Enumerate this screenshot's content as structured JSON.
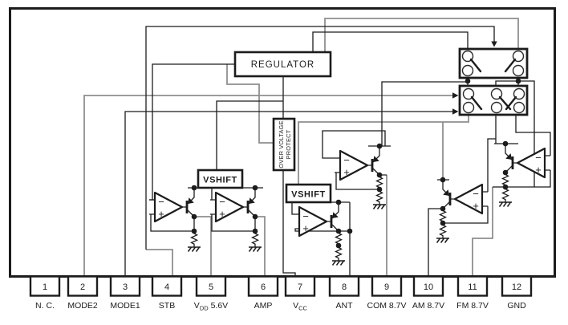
{
  "colors": {
    "dark": "#1c1c1c",
    "gray": "#8f8f8f",
    "background": "#ffffff"
  },
  "blocks": {
    "regulator": "REGULATOR",
    "over_voltage_protect": {
      "line1": "OVER VOLTAGE",
      "line2": "PROTECT"
    },
    "vshift_left": "VSHIFT",
    "vshift_right": "VSHIFT"
  },
  "amp_symbols": {
    "minus": "−",
    "plus": "+"
  },
  "pins": [
    {
      "number": "1",
      "text": "N. C.",
      "sub": "",
      "rest": ""
    },
    {
      "number": "2",
      "text": "MODE2",
      "sub": "",
      "rest": ""
    },
    {
      "number": "3",
      "text": "MODE1",
      "sub": "",
      "rest": ""
    },
    {
      "number": "4",
      "text": "STB",
      "sub": "",
      "rest": ""
    },
    {
      "number": "5",
      "text": "V",
      "sub": "DD",
      "rest": " 5.6V"
    },
    {
      "number": "6",
      "text": "AMP",
      "sub": "",
      "rest": ""
    },
    {
      "number": "7",
      "text": "V",
      "sub": "CC",
      "rest": ""
    },
    {
      "number": "8",
      "text": "ANT",
      "sub": "",
      "rest": ""
    },
    {
      "number": "9",
      "text": "COM 8.7V",
      "sub": "",
      "rest": ""
    },
    {
      "number": "10",
      "text": "AM 8.7V",
      "sub": "",
      "rest": ""
    },
    {
      "number": "11",
      "text": "FM 8.7V",
      "sub": "",
      "rest": ""
    },
    {
      "number": "12",
      "text": "GND",
      "sub": "",
      "rest": ""
    }
  ]
}
